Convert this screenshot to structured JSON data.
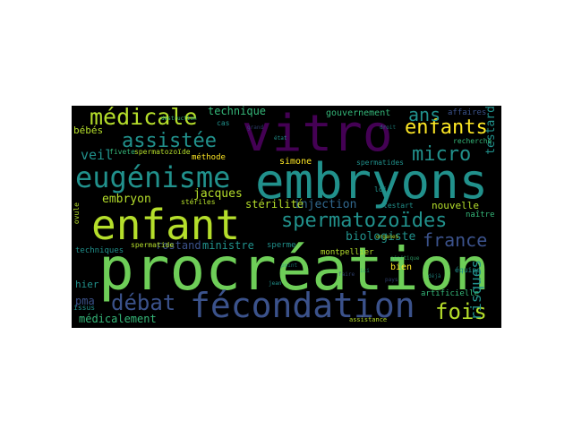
{
  "palette": {
    "purple": "#440154",
    "indigo": "#3b528b",
    "blue": "#31688e",
    "teal": "#21918c",
    "green": "#35b779",
    "lightgreen": "#6ece58",
    "lime": "#b5de2b",
    "yellow": "#fde725",
    "background": "#000000"
  },
  "words": {
    "procreation": "procréation",
    "enfant": "enfant",
    "embryons": "embryons",
    "vitro": "vitro",
    "fecondation": "fécondation",
    "eugenisme": "eugénisme",
    "medicale": "médicale",
    "assistee": "assistée",
    "enfants": "enfants",
    "micro": "micro",
    "ans": "ans",
    "spermatozoides": "spermatozoïdes",
    "france": "france",
    "debat": "débat",
    "fois": "fois",
    "risques": "risques",
    "biologiste": "biologiste",
    "injection": "injection",
    "nouvelle": "nouvelle",
    "embryon": "embryon",
    "jacques": "jacques",
    "technique": "technique",
    "gouvernement": "gouvernement",
    "testard": "testard",
    "veil": "veil",
    "bebes": "bébés",
    "sterilite": "stérilité",
    "rostand": "rostand",
    "ministre": "ministre",
    "medicalement": "médicalement",
    "pma": "pma",
    "hier": "hier",
    "techniques": "techniques",
    "methode": "méthode",
    "simone": "simone",
    "montpellier": "montpellier",
    "sperme": "sperme",
    "artificielle": "artificielle",
    "equipe": "équipe",
    "naitre": "naître",
    "bien": "bien",
    "affaires": "affaires",
    "recherche": "recherche",
    "spermatide": "spermatide",
    "spermatozoide": "spermatozoïde",
    "steriles": "stériles",
    "ovule": "ovule",
    "spermatides": "spermatides",
    "loi": "loi",
    "testart": "testart",
    "fivete": "fivete",
    "cas": "cas",
    "issus": "issus",
    "assistance": "assistance",
    "destruction": "destruction",
    "jean": "jean",
    "etat": "état",
    "organes": "organes",
    "genetique": "génétique",
    "point": "point",
    "faire": "faire",
    "droit": "droit",
    "ici": "ici",
    "deja": "déjà",
    "grand": "grand",
    "pays": "pays"
  }
}
